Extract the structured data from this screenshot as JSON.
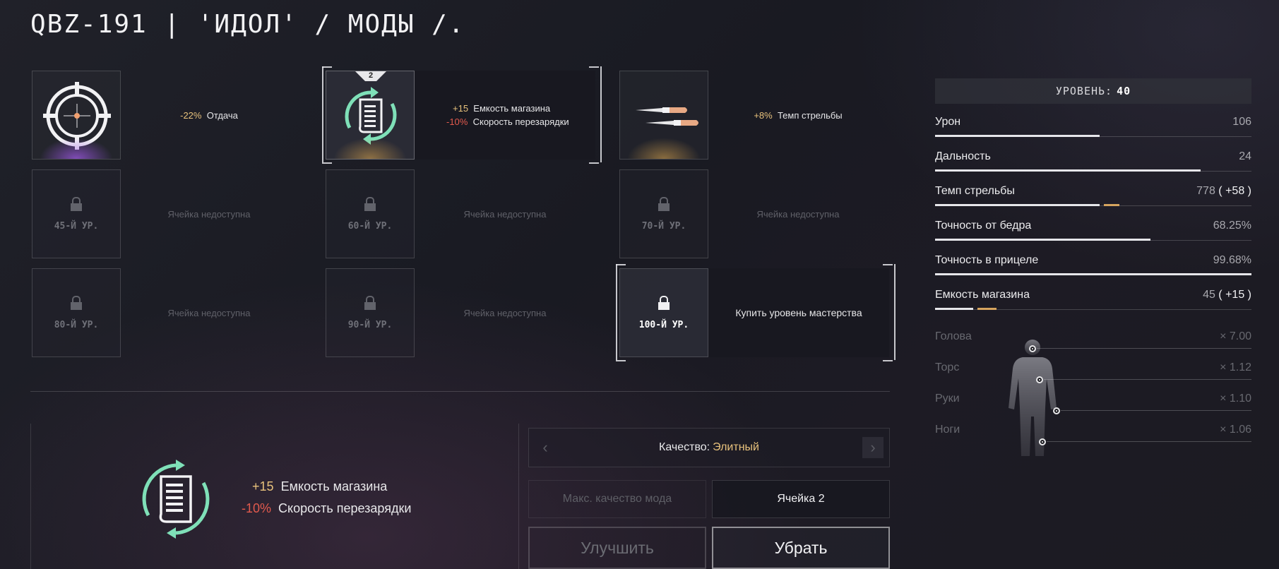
{
  "title": "QBZ-191 | 'ИДОЛ' / МОДЫ /.",
  "slots": {
    "s1": {
      "effects": [
        {
          "value": "-22%",
          "label": "Отдача"
        }
      ]
    },
    "s2": {
      "badge": "2",
      "effects": [
        {
          "value": "+15",
          "label": "Емкость магазина"
        },
        {
          "value": "-10%",
          "label": "Скорость перезарядки"
        }
      ]
    },
    "s3": {
      "effects": [
        {
          "value": "+8%",
          "label": "Темп стрельбы"
        }
      ]
    },
    "locked": [
      {
        "level": "45-Й УР.",
        "text": "Ячейка недоступна"
      },
      {
        "level": "60-Й УР.",
        "text": "Ячейка недоступна"
      },
      {
        "level": "70-Й УР.",
        "text": "Ячейка недоступна"
      },
      {
        "level": "80-Й УР.",
        "text": "Ячейка недоступна"
      },
      {
        "level": "90-Й УР.",
        "text": "Ячейка недоступна"
      },
      {
        "level": "100-Й УР.",
        "text": "Купить уровень мастерства"
      }
    ]
  },
  "level": {
    "label": "УРОВЕНЬ:",
    "value": "40"
  },
  "stats": [
    {
      "label": "Урон",
      "value": "106",
      "bonus": "",
      "fill": 0.52
    },
    {
      "label": "Дальность",
      "value": "24",
      "bonus": "",
      "fill": 0.84
    },
    {
      "label": "Темп стрельбы",
      "value": "778",
      "bonus": "+58",
      "fill": 0.52,
      "bonus_fill": 0.05
    },
    {
      "label": "Точность от бедра",
      "value": "68.25%",
      "bonus": "",
      "fill": 0.68
    },
    {
      "label": "Точность в прицеле",
      "value": "99.68%",
      "bonus": "",
      "fill": 1.0
    },
    {
      "label": "Емкость магазина",
      "value": "45",
      "bonus": "+15",
      "fill": 0.12,
      "bonus_fill": 0.06
    }
  ],
  "hit_zones": [
    {
      "label": "Голова",
      "value": "× 7.00"
    },
    {
      "label": "Торс",
      "value": "× 1.12"
    },
    {
      "label": "Руки",
      "value": "× 1.10"
    },
    {
      "label": "Ноги",
      "value": "× 1.06"
    }
  ],
  "selected": {
    "effects": [
      {
        "value": "+15",
        "label": "Емкость магазина"
      },
      {
        "value": "-10%",
        "label": "Скорость перезарядки"
      }
    ]
  },
  "quality": {
    "label": "Качество:",
    "value": "Элитный"
  },
  "max_quality": "Макс. качество мода",
  "cell": "Ячейка 2",
  "buttons": {
    "upgrade": "Улучшить",
    "remove": "Убрать"
  },
  "colors": {
    "positive": "#e8c27c",
    "negative": "#e25a4d",
    "accent": "#7fe0b8"
  }
}
